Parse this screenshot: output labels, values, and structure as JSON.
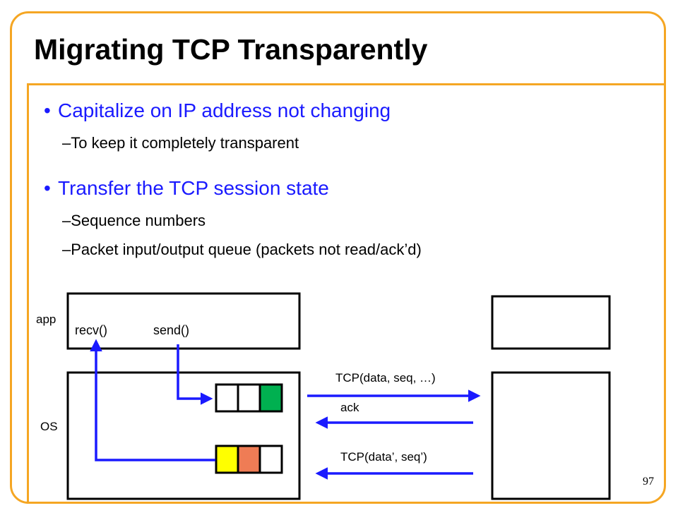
{
  "slide": {
    "title": "Migrating TCP Transparently",
    "page_number": "97"
  },
  "bullets": [
    {
      "text": "Capitalize on IP address not changing",
      "subs": [
        "To keep it completely transparent"
      ]
    },
    {
      "text": "Transfer the TCP session state",
      "subs": [
        "Sequence numbers",
        "Packet input/output queue (packets not read/ack’d)"
      ]
    }
  ],
  "diagram": {
    "labels": {
      "app": "app",
      "os": "OS",
      "recv": "recv()",
      "send": "send()"
    },
    "messages": [
      {
        "label": "TCP(data, seq, …)",
        "direction": "right"
      },
      {
        "label": "ack",
        "direction": "left"
      },
      {
        "label": "TCP(data’, seq’)",
        "direction": "left"
      }
    ],
    "send_queue_colors": [
      "#ffffff",
      "#ffffff",
      "#00b050"
    ],
    "recv_queue_colors": [
      "#ffff00",
      "#ef7c55",
      "#ffffff"
    ],
    "arrow_color": "#1a1aff",
    "accent_color": "#f5a623"
  }
}
